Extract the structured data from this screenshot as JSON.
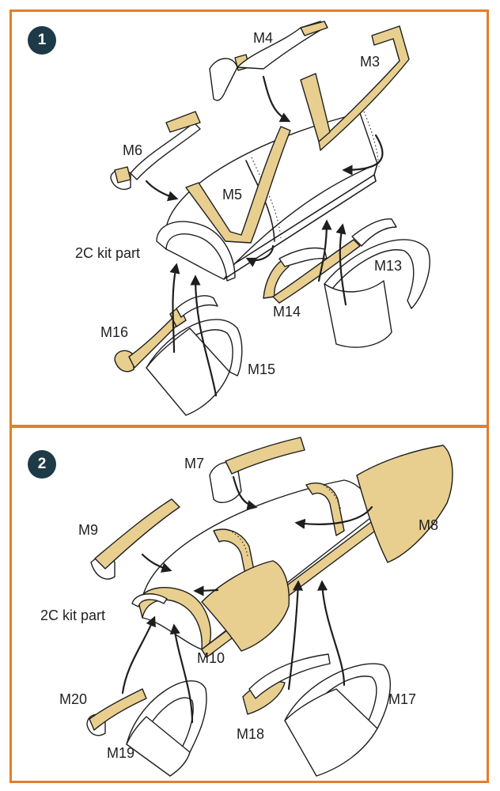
{
  "colors": {
    "frame": "#e07f2c",
    "badge": "#1d3a46",
    "part_fill": "#e8cf8f",
    "line": "#1e1e1e"
  },
  "step1": {
    "badge": "1",
    "labels": {
      "m4": "M4",
      "m3": "M3",
      "m6": "M6",
      "m5": "M5",
      "kit_part": "2C kit part",
      "m13": "M13",
      "m14": "M14",
      "m16": "M16",
      "m15": "M15"
    }
  },
  "step2": {
    "badge": "2",
    "labels": {
      "m7": "M7",
      "m9": "M9",
      "m8": "M8",
      "kit_part": "2C kit part",
      "m10": "M10",
      "m20": "M20",
      "m17": "M17",
      "m18": "M18",
      "m19": "M19"
    }
  }
}
